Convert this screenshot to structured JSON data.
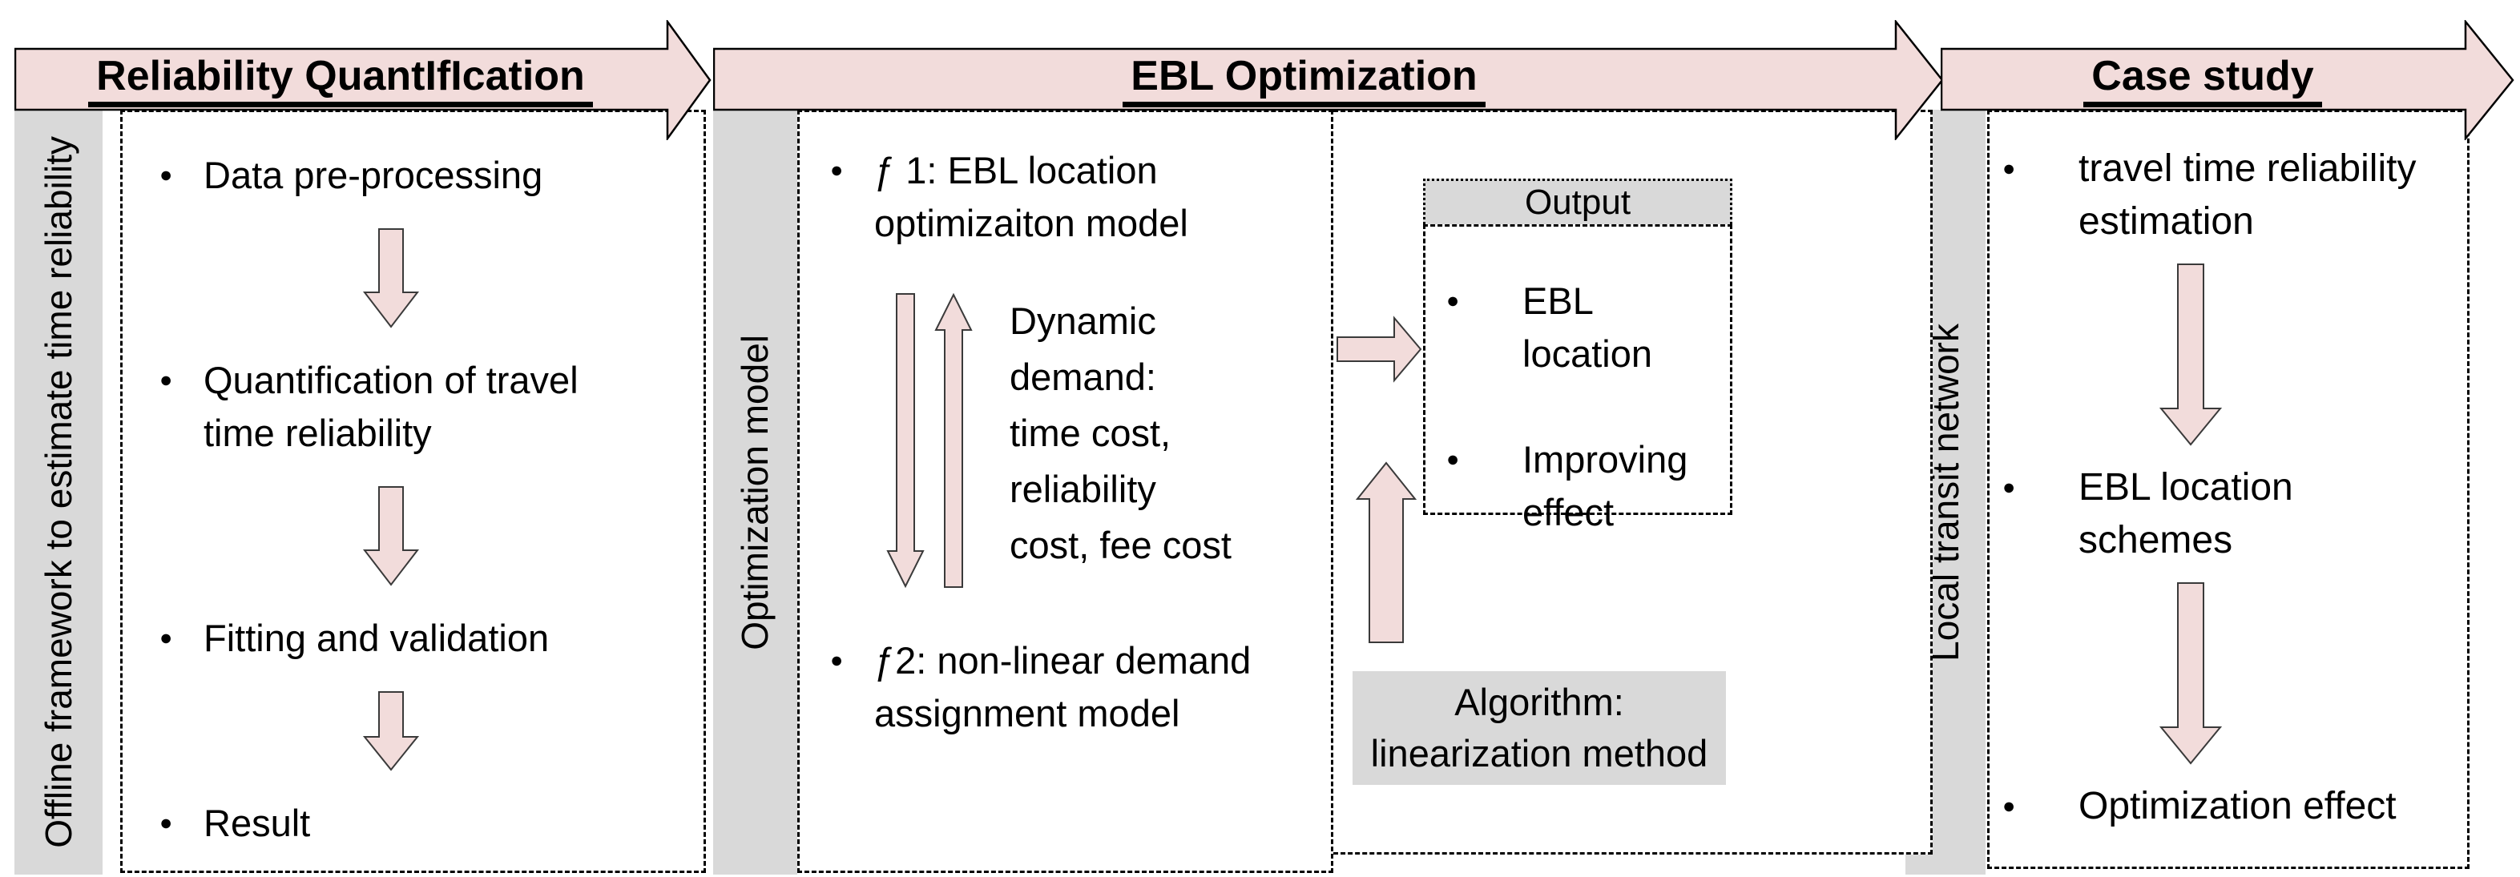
{
  "glyphs": {
    "bullet": "●"
  },
  "colors": {
    "banner_pink": "#f2dcdb",
    "arrow_pink": "#f2dcdb",
    "panel_gray": "#d9d9d9",
    "border": "#000000"
  },
  "sections": [
    {
      "banner_title": "Reliability QuantIfIcation",
      "sidebar_label": "Offline framework to estimate time reliability",
      "steps": [
        "Data pre-processing",
        "Quantification of travel time reliability",
        "Fitting and validation",
        "Result"
      ]
    },
    {
      "banner_title": "EBL Optimization",
      "sidebar_label": "Optimization model",
      "f1": "ƒ 1: EBL location optimizaiton model",
      "dynamic_demand_lines": [
        "Dynamic",
        "demand:",
        "time cost,",
        "reliability",
        "cost, fee cost"
      ],
      "f2": "ƒ2: non-linear demand assignment model",
      "output_label": "Output",
      "output_items": [
        "EBL location",
        "Improving effect"
      ],
      "algorithm_label": "Algorithm: linearization method"
    },
    {
      "banner_title": "Case study",
      "sidebar_label": "Local transit network",
      "steps": [
        "travel time reliability estimation",
        "EBL location schemes",
        "Optimization effect"
      ]
    }
  ]
}
